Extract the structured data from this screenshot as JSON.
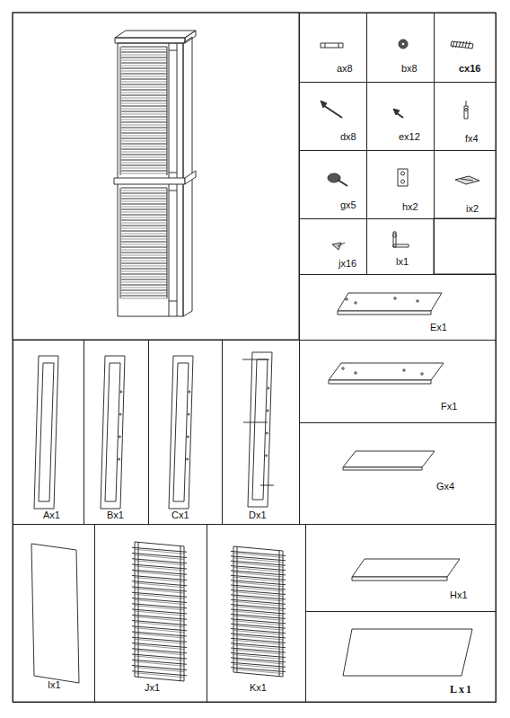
{
  "diagram": {
    "nodes": [
      {
        "text": [
          "ax8"
        ]
      },
      {
        "text": [
          "bx8"
        ]
      },
      {
        "text": [
          "cx16"
        ]
      },
      {
        "text": [
          "dx8"
        ]
      },
      {
        "text": [
          "ex12"
        ]
      },
      {
        "text": [
          "fx4"
        ]
      },
      {
        "text": [
          "gx5"
        ]
      },
      {
        "text": [
          "hx2"
        ]
      },
      {
        "text": [
          "ix2"
        ]
      },
      {
        "text": [
          "jx16"
        ]
      },
      {
        "text": [
          "lx1"
        ]
      },
      {
        "text": [
          "Ex1"
        ]
      },
      {
        "text": [
          "Fx1"
        ]
      },
      {
        "text": [
          "Gx4"
        ]
      },
      {
        "text": [
          "Ax1"
        ]
      },
      {
        "text": [
          "Bx1"
        ]
      },
      {
        "text": [
          "Cx1"
        ]
      },
      {
        "text": [
          "Dx1"
        ]
      },
      {
        "text": [
          "Ix1"
        ]
      },
      {
        "text": [
          "Jx1"
        ]
      },
      {
        "text": [
          "Kx1"
        ]
      },
      {
        "text": [
          "Hx1"
        ]
      },
      {
        "text": [
          "Lx1"
        ]
      }
    ]
  }
}
